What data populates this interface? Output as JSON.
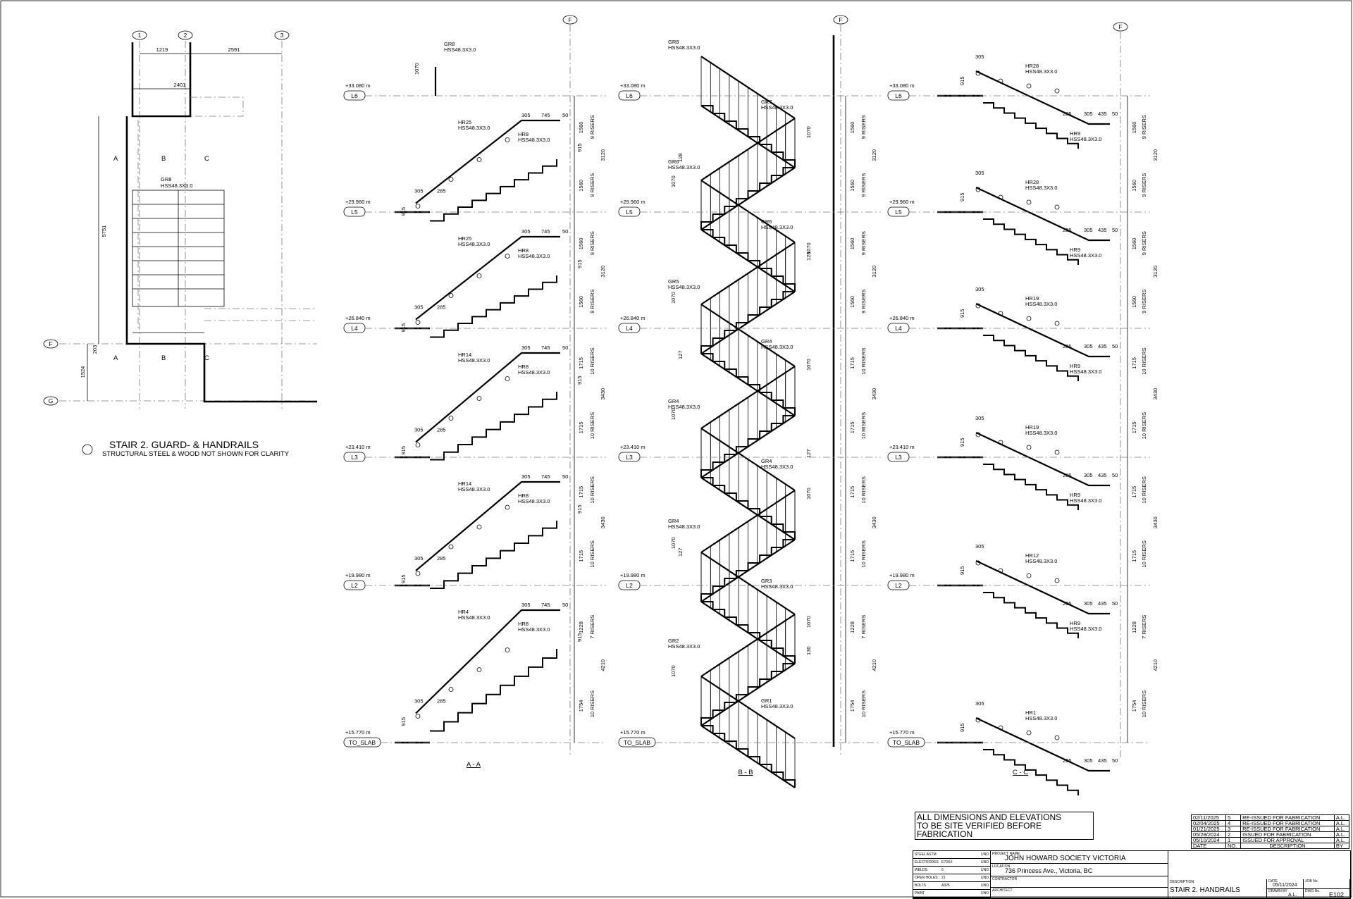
{
  "plan": {
    "title": "STAIR 2. GUARD- & HANDRAILS",
    "subtitle": "STRUCTURAL STEEL & WOOD NOT SHOWN FOR CLARITY",
    "grid_nums": [
      "1",
      "2",
      "3"
    ],
    "grid_letters": [
      "F",
      "G"
    ],
    "dims": {
      "d1219": "1219",
      "d2591": "2591",
      "d2401": "2401",
      "d5751": "5751",
      "d203": "203",
      "d1524": "1524"
    },
    "gr_label": "GR8",
    "gr_size": "HSS48.3X3.0",
    "section_marks": [
      "A",
      "B",
      "C"
    ]
  },
  "levels": [
    {
      "name": "L6",
      "elev": "+33.080 m"
    },
    {
      "name": "L5",
      "elev": "+29.960 m"
    },
    {
      "name": "L4",
      "elev": "+26.840 m"
    },
    {
      "name": "L3",
      "elev": "+23.410 m"
    },
    {
      "name": "L2",
      "elev": "+19.980 m"
    },
    {
      "name": "TO_SLAB",
      "elev": "+15.770 m"
    }
  ],
  "sections": {
    "aa": {
      "title": "A - A",
      "grid": "F",
      "top_guard": [
        "GR8",
        "HSS48.3X3.0",
        "1070"
      ],
      "rails": [
        {
          "hr": "HR25",
          "sub": "HR8"
        },
        {
          "hr": "HR25",
          "sub": "HR8"
        },
        {
          "hr": "HR14",
          "sub": "HR8"
        },
        {
          "hr": "HR14",
          "sub": "HR8"
        },
        {
          "hr": "HR4",
          "sub": "HR8"
        }
      ],
      "size": "HSS48.3X3.0",
      "dims": {
        "d305": "305",
        "d285": "285",
        "d745": "745",
        "d50": "50",
        "d915": "915"
      }
    },
    "bb": {
      "title": "B - B",
      "grid": "F",
      "guards": [
        "GR8",
        "GR7",
        "GR6",
        "GR6",
        "GR5",
        "GR4",
        "GR4",
        "GR4",
        "GR4",
        "GR3",
        "GR2",
        "GR1"
      ],
      "size": "HSS48.3X3.0",
      "dims": {
        "d128": "128",
        "d127": "127",
        "d130": "130",
        "d1070": "1070"
      }
    },
    "cc": {
      "title": "C - C",
      "grid": "F",
      "rails": [
        "HR28",
        "HR28",
        "HR19",
        "HR19",
        "HR12",
        "HR1"
      ],
      "subs": [
        "HR9",
        "HR9",
        "HR9",
        "HR9",
        "HR9"
      ],
      "size": "HSS48.3X3.0",
      "dims": {
        "d305": "305",
        "d285": "285",
        "d435": "435",
        "d50": "50",
        "d915": "915"
      }
    }
  },
  "flight_dims": [
    {
      "a": "1560",
      "risers": "9 RISERS",
      "total": "3120"
    },
    {
      "a": "1560",
      "risers": "9 RISERS"
    },
    {
      "a": "1560",
      "risers": "9 RISERS",
      "total": "3120"
    },
    {
      "a": "1560",
      "risers": "9 RISERS"
    },
    {
      "a": "1715",
      "risers": "10 RISERS",
      "total": "3430"
    },
    {
      "a": "1715",
      "risers": "10 RISERS"
    },
    {
      "a": "1715",
      "risers": "10 RISERS",
      "total": "3430"
    },
    {
      "a": "1715",
      "risers": "10 RISERS"
    },
    {
      "a": "1228",
      "risers": "7 RISERS",
      "total": "4210"
    },
    {
      "a": "1754",
      "risers": "10 RISERS"
    },
    {
      "a": "1228",
      "risers": "7 RISERS"
    }
  ],
  "note": [
    "ALL DIMENSIONS AND ELEVATIONS",
    "TO BE SITE VERIFIED BEFORE FABRICATION"
  ],
  "revisions": [
    {
      "date": "02/11/2025",
      "num": "5",
      "desc": "RE-ISSUED FOR FABRICATION",
      "by": "A.L."
    },
    {
      "date": "02/04/2025",
      "num": "4",
      "desc": "RE-ISSUED FOR FABRICATION",
      "by": "A.L."
    },
    {
      "date": "01/21/2025",
      "num": "3",
      "desc": "RE-ISSUED FOR FABRICATION",
      "by": "A.L."
    },
    {
      "date": "05/28/2024",
      "num": "2",
      "desc": "ISSUED FOR FABRICATION",
      "by": "A.L."
    },
    {
      "date": "05/10/2024",
      "num": "1",
      "desc": "ISSUED FOR APPROVAL",
      "by": "A.L."
    }
  ],
  "rev_header": {
    "date": "DATE",
    "num": "NO.",
    "desc": "DESCRIPTION",
    "by": "BY"
  },
  "titleblock": {
    "specs": [
      {
        "label": "STEEL ASTM",
        "value": "",
        "unit": "UNO"
      },
      {
        "label": "ELECTRODES",
        "value": "E70XX",
        "unit": "UNO"
      },
      {
        "label": "WELDS",
        "value": "6",
        "unit": "UNO"
      },
      {
        "label": "OPEN HOLES",
        "value": "21",
        "unit": "UNO"
      },
      {
        "label": "BOLTS",
        "value": "A325",
        "unit": "UNO"
      },
      {
        "label": "PAINT",
        "value": "",
        "unit": "UNO"
      }
    ],
    "project_label": "PROJECT NAME",
    "project": "JOHN HOWARD SOCIETY VICTORIA",
    "location_label": "LOCATION",
    "location": "736 Princess Ave., Victoria, BC",
    "contractor_label": "CONTRACTOR",
    "architect_label": "ARCHITECT",
    "description_label": "DESCRIPTION",
    "description": "STAIR 2. HANDRAILS",
    "date_label": "DATE",
    "date": "05/11/2024",
    "drawn_label": "DRAWN BY",
    "drawn": "A.L.",
    "job_label": "JOB No.",
    "dwg_label": "DWG No.",
    "dwg": "E102"
  }
}
